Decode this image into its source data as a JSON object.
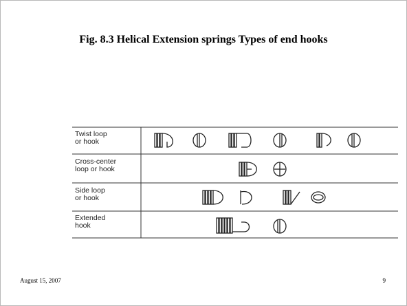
{
  "slide": {
    "title": "Fig. 8.3 Helical Extension springs Types of end hooks",
    "rows": [
      {
        "label": "Twist loop\nor hook"
      },
      {
        "label": "Cross-center\nloop or hook"
      },
      {
        "label": "Side loop\nor hook"
      },
      {
        "label": "Extended\nhook"
      }
    ],
    "footer": {
      "date": "August 15, 2007",
      "page": "9"
    }
  }
}
